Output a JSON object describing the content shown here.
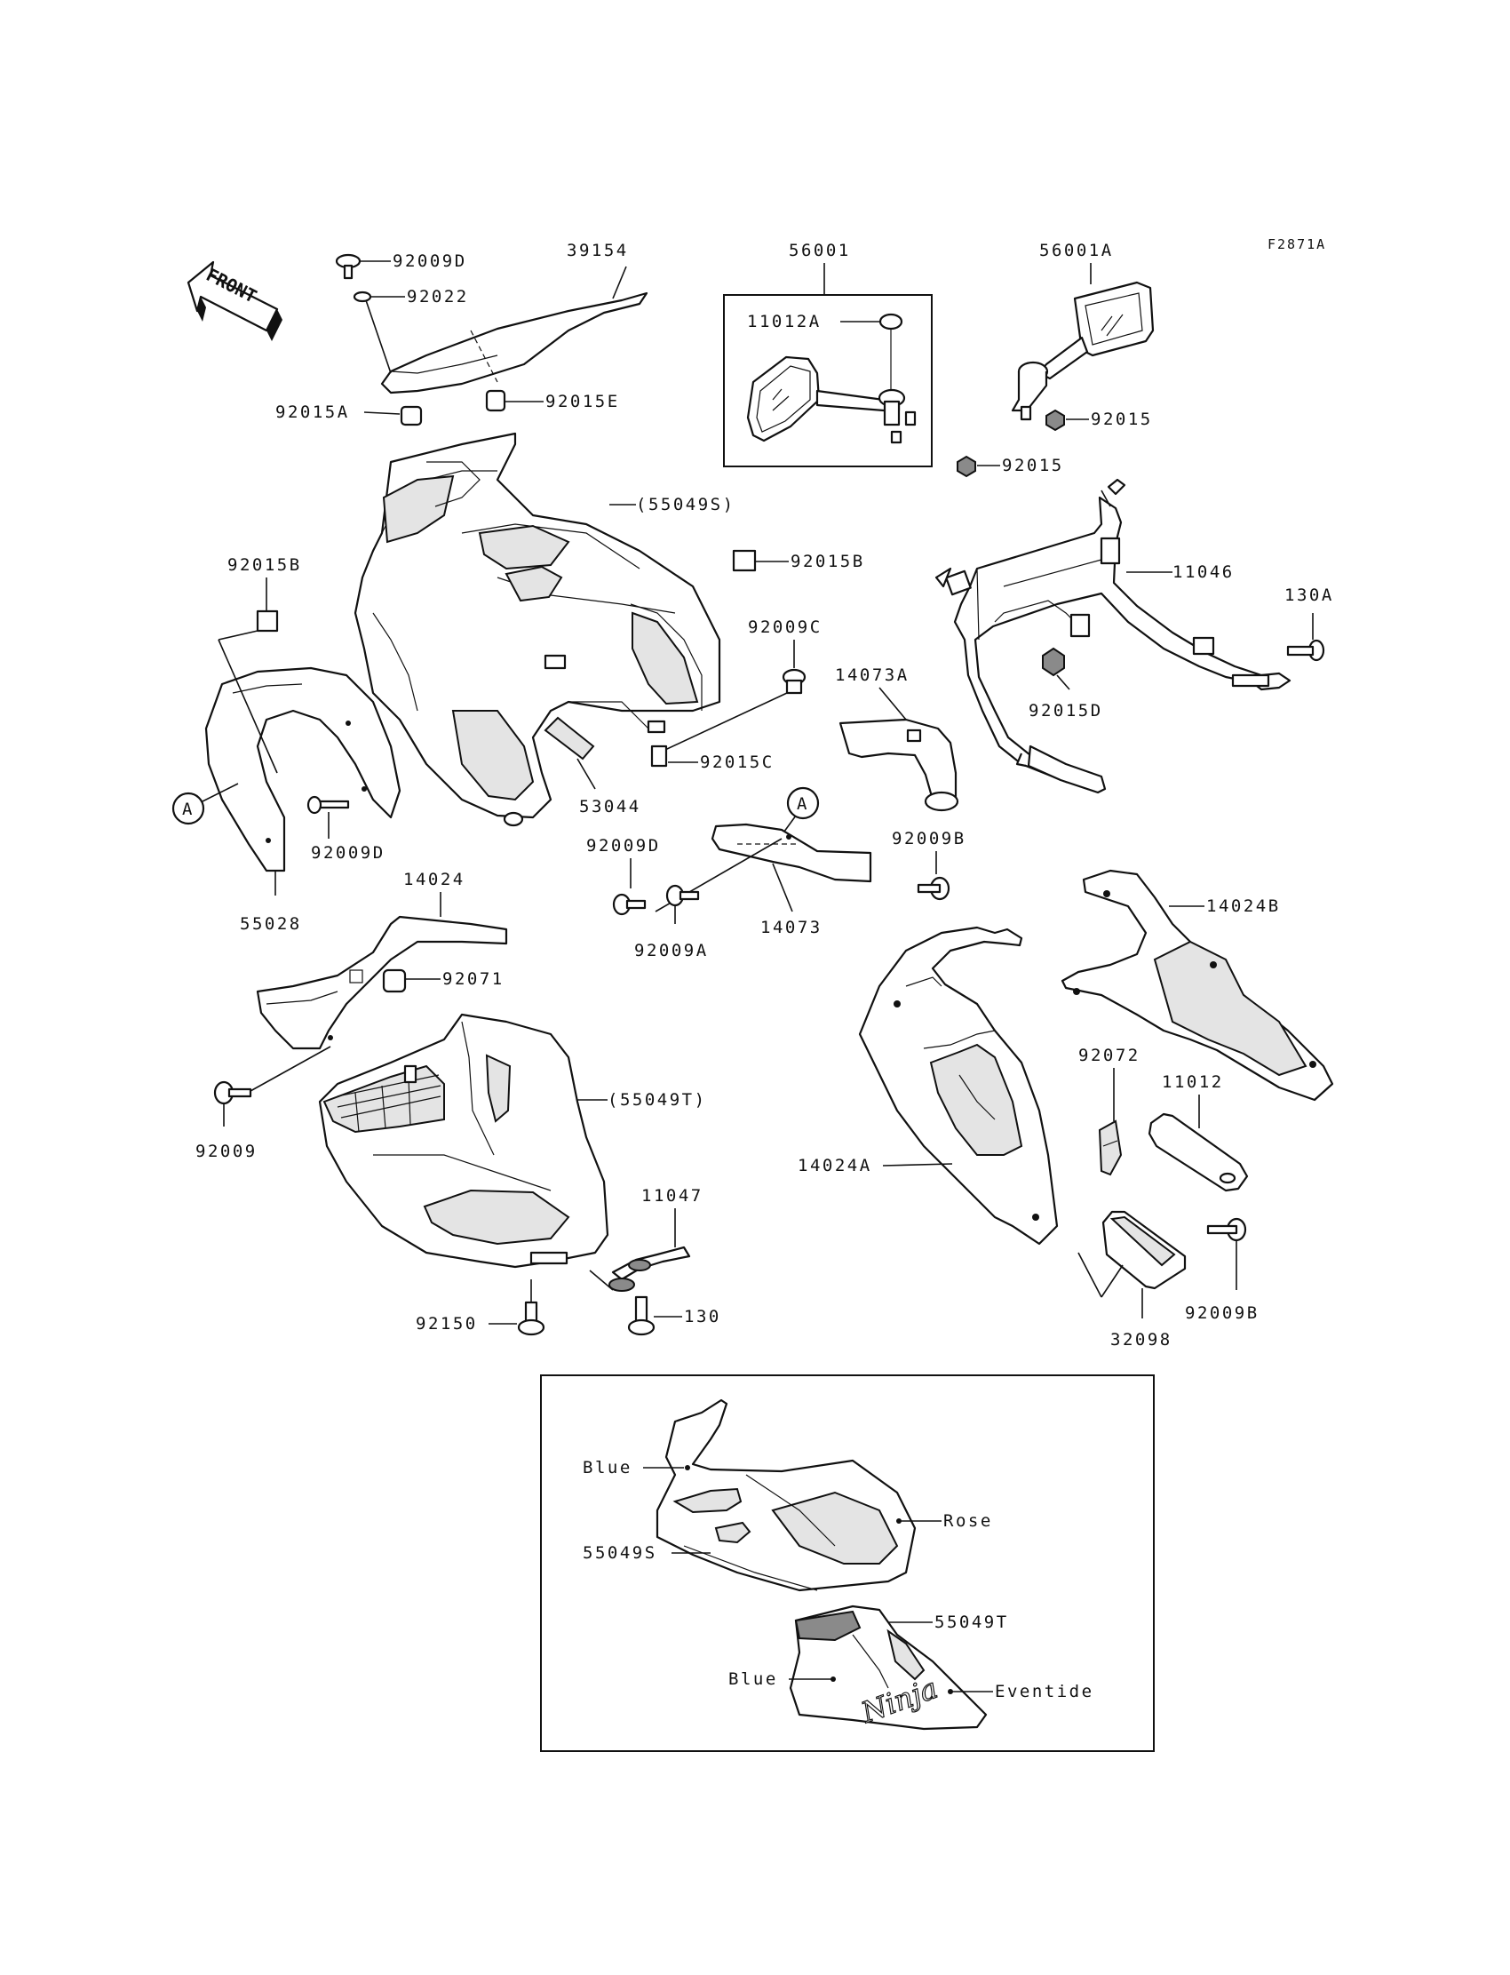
{
  "diagram_code": "F2871A",
  "front_arrow": {
    "label": "FRONT",
    "icon": "front-direction-arrow-icon"
  },
  "callout_marker": "A",
  "parts": {
    "p92009D_top": "92009D",
    "p92022": "92022",
    "p39154": "39154",
    "p56001": "56001",
    "p56001A": "56001A",
    "p11012A": "11012A",
    "p92015A": "92015A",
    "p92015E": "92015E",
    "p92015_a": "92015",
    "p92015_b": "92015",
    "p55049S": "(55049S)",
    "p92015B_left": "92015B",
    "p92015B_right": "92015B",
    "p11046": "11046",
    "p130A": "130A",
    "p92009C": "92009C",
    "p14073A": "14073A",
    "p92015D": "92015D",
    "p92015C": "92015C",
    "p53044": "53044",
    "p92009D_left": "92009D",
    "p55028": "55028",
    "p92009D_mid": "92009D",
    "p92009B_top": "92009B",
    "p14024": "14024",
    "p14073": "14073",
    "p92009A": "92009A",
    "p14024B": "14024B",
    "p92071": "92071",
    "p92009": "92009",
    "p55049T": "(55049T)",
    "p92072": "92072",
    "p11012": "11012",
    "p14024A": "14024A",
    "p11047": "11047",
    "p92150": "92150",
    "p130": "130",
    "p32098": "32098",
    "p92009B_bottom": "92009B"
  },
  "color_inset": {
    "blue_upper": "Blue",
    "part_55049S": "55049S",
    "rose": "Rose",
    "part_55049T": "55049T",
    "blue_lower": "Blue",
    "eventide": "Eventide",
    "logo": "Ninja"
  }
}
